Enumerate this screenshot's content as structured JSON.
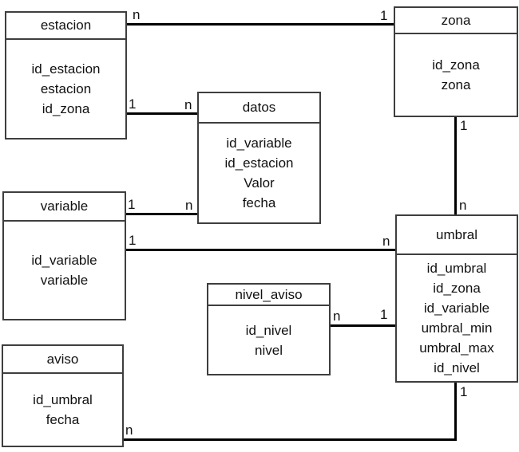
{
  "diagram": {
    "type": "entity-relationship",
    "entities": {
      "estacion": {
        "title": "estacion",
        "fields": [
          "id_estacion",
          "estacion",
          "id_zona"
        ]
      },
      "zona": {
        "title": "zona",
        "fields": [
          "id_zona",
          "zona"
        ]
      },
      "datos": {
        "title": "datos",
        "fields": [
          "id_variable",
          "id_estacion",
          "Valor",
          "fecha"
        ]
      },
      "variable": {
        "title": "variable",
        "fields": [
          "id_variable",
          "variable"
        ]
      },
      "umbral": {
        "title": "umbral",
        "fields": [
          "id_umbral",
          "id_zona",
          "id_variable",
          "umbral_min",
          "umbral_max",
          "id_nivel"
        ]
      },
      "nivel_aviso": {
        "title": "nivel_aviso",
        "fields": [
          "id_nivel",
          "nivel"
        ]
      },
      "aviso": {
        "title": "aviso",
        "fields": [
          "id_umbral",
          "fecha"
        ]
      }
    },
    "relationships": [
      {
        "from": "estacion",
        "to": "zona",
        "from_card": "n",
        "to_card": "1"
      },
      {
        "from": "estacion",
        "to": "datos",
        "from_card": "1",
        "to_card": "n"
      },
      {
        "from": "variable",
        "to": "datos",
        "from_card": "1",
        "to_card": "n"
      },
      {
        "from": "variable",
        "to": "umbral",
        "from_card": "1",
        "to_card": "n"
      },
      {
        "from": "zona",
        "to": "umbral",
        "from_card": "1",
        "to_card": "n"
      },
      {
        "from": "nivel_aviso",
        "to": "umbral",
        "from_card": "n",
        "to_card": "1"
      },
      {
        "from": "umbral",
        "to": "aviso",
        "from_card": "1",
        "to_card": "n"
      }
    ],
    "colors": {
      "background": "#ffffff",
      "box_border": "#3e3e3e",
      "connector": "#000000",
      "text": "#111111"
    }
  }
}
